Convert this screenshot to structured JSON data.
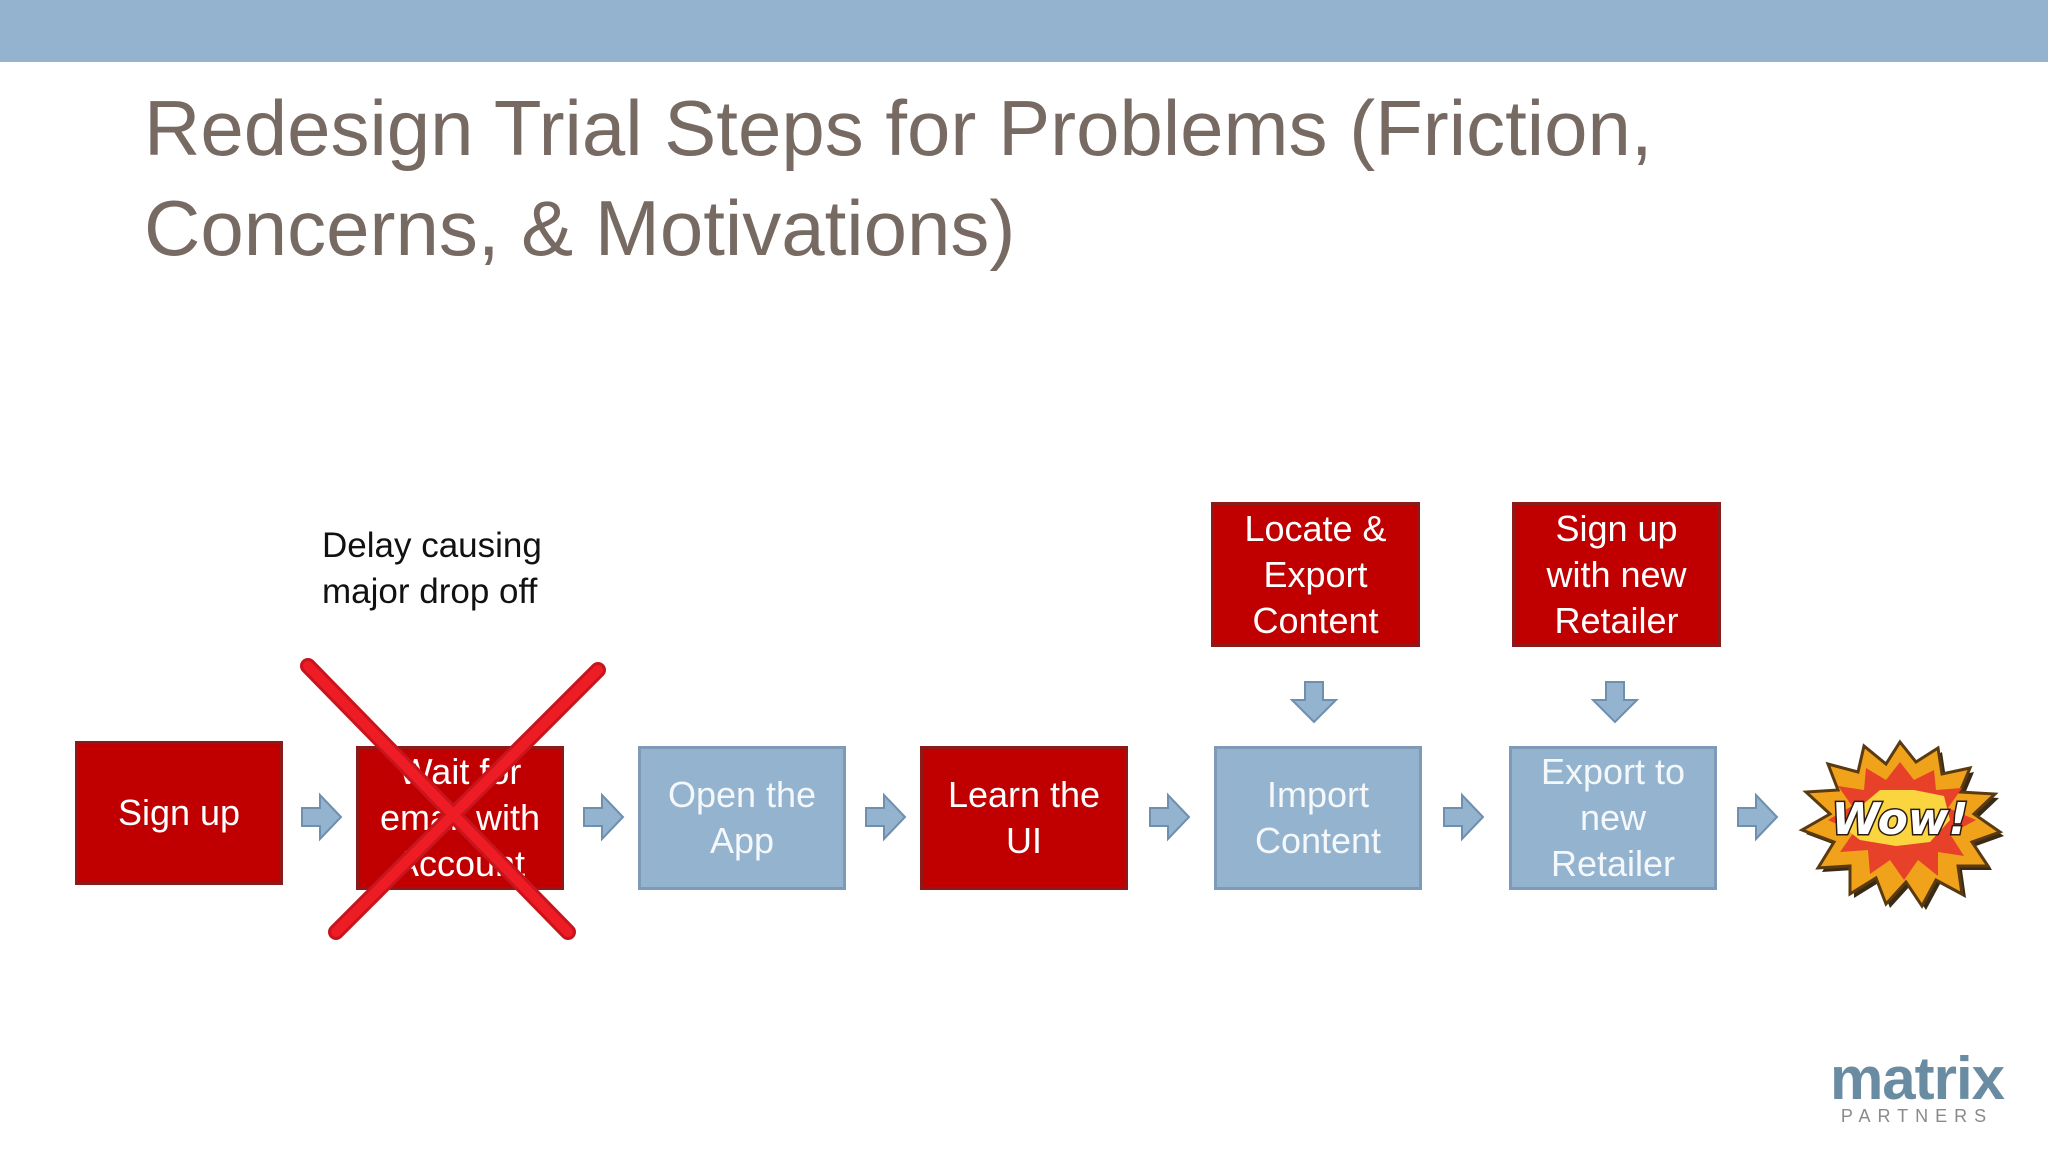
{
  "slide": {
    "title_line1": "Redesign Trial Steps for Problems (Friction,",
    "title_line2": "Concerns, & Motivations)"
  },
  "annotation": {
    "line1": "Delay causing",
    "line2": "major drop off"
  },
  "steps": [
    {
      "label": "Sign up",
      "style": "problem"
    },
    {
      "label": "Wait for email with Account",
      "style": "problem-removed"
    },
    {
      "label": "Open the App",
      "style": "normal"
    },
    {
      "label": "Learn the UI",
      "style": "problem"
    },
    {
      "label": "Import Content",
      "style": "normal"
    },
    {
      "label": "Export to new Retailer",
      "style": "normal"
    }
  ],
  "sub_steps": [
    {
      "label": "Locate & Export Content",
      "feeds": "Import Content",
      "style": "problem"
    },
    {
      "label": "Sign up with new Retailer",
      "feeds": "Export to new Retailer",
      "style": "problem"
    }
  ],
  "end_badge": {
    "text": "Wow!"
  },
  "logo": {
    "main": "matrix",
    "sub": "PARTNERS"
  },
  "colors": {
    "problem": "#c00000",
    "normal": "#94b3cf",
    "arrow": "#94b3cf",
    "title": "#776a62",
    "header_bar": "#94b3cf",
    "cross": "#ee1c24"
  }
}
